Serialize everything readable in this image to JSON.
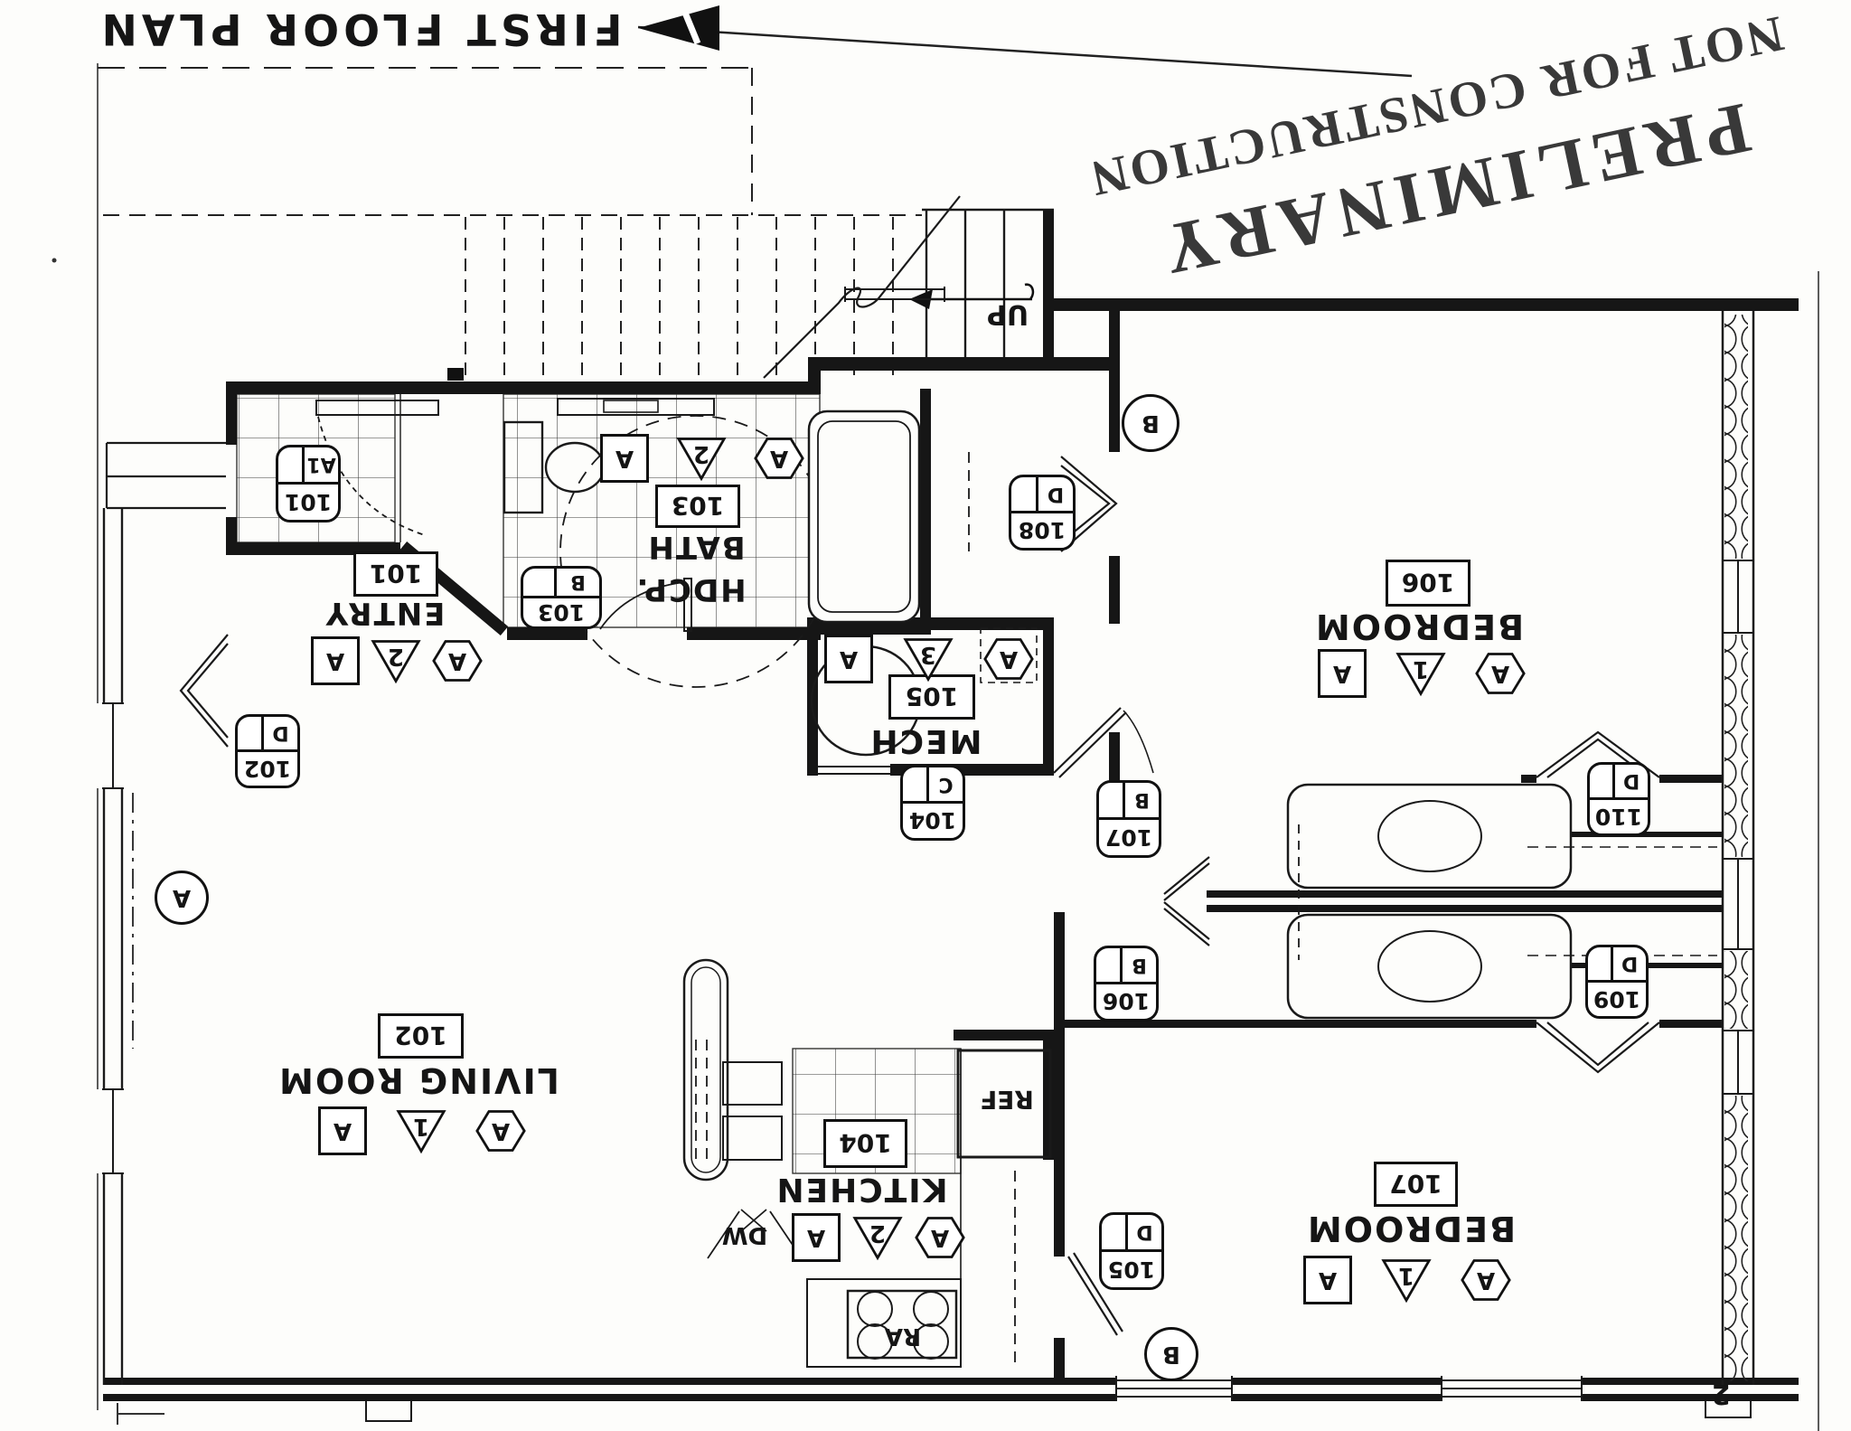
{
  "sheet": {
    "title": "FIRST FLOOR PLAN",
    "page_number": "2"
  },
  "stamp": {
    "line1": "PRELIMINARY",
    "line2": "NOT FOR CONSTRUCTION"
  },
  "stair": {
    "up_label": "UP"
  },
  "rooms": {
    "entry": {
      "name": "ENTRY",
      "number": "101",
      "markers": {
        "hex": "A",
        "tri": "2",
        "sq": "A"
      }
    },
    "bath": {
      "name_line1": "HDCP.",
      "name_line2": "BATH",
      "number": "103",
      "markers": {
        "hex": "A",
        "tri": "2",
        "sq": "A"
      }
    },
    "mech": {
      "name": "MECH",
      "number": "105",
      "markers": {
        "hex": "A",
        "tri": "3",
        "sq": "A"
      }
    },
    "bedroom1": {
      "name": "BEDROOM",
      "number": "106",
      "markers": {
        "hex": "A",
        "tri": "1",
        "sq": "A"
      }
    },
    "bedroom2": {
      "name": "BEDROOM",
      "number": "107",
      "markers": {
        "hex": "A",
        "tri": "1",
        "sq": "A"
      }
    },
    "living": {
      "name": "LIVING ROOM",
      "number": "102",
      "markers": {
        "hex": "A",
        "tri": "1",
        "sq": "A"
      }
    },
    "kitchen": {
      "name": "KITCHEN",
      "number": "104",
      "markers": {
        "hex": "A",
        "tri": "2",
        "sq": "A"
      }
    }
  },
  "door_tags": {
    "d101": {
      "number": "101",
      "type": "A1"
    },
    "d102": {
      "number": "102",
      "type": "D"
    },
    "d103": {
      "number": "103",
      "type": "B"
    },
    "d104": {
      "number": "104",
      "type": "C"
    },
    "d105": {
      "number": "105",
      "type": "D"
    },
    "d106": {
      "number": "106",
      "type": "B"
    },
    "d107": {
      "number": "107",
      "type": "B"
    },
    "d108": {
      "number": "108",
      "type": "D"
    },
    "d109": {
      "number": "109",
      "type": "D"
    },
    "d110": {
      "number": "110",
      "type": "D"
    }
  },
  "wall_tags": {
    "a": "A",
    "b_top": "B",
    "b_bottom": "B"
  },
  "appliances": {
    "ref": "REF",
    "dw": "DW",
    "range": "RA"
  }
}
